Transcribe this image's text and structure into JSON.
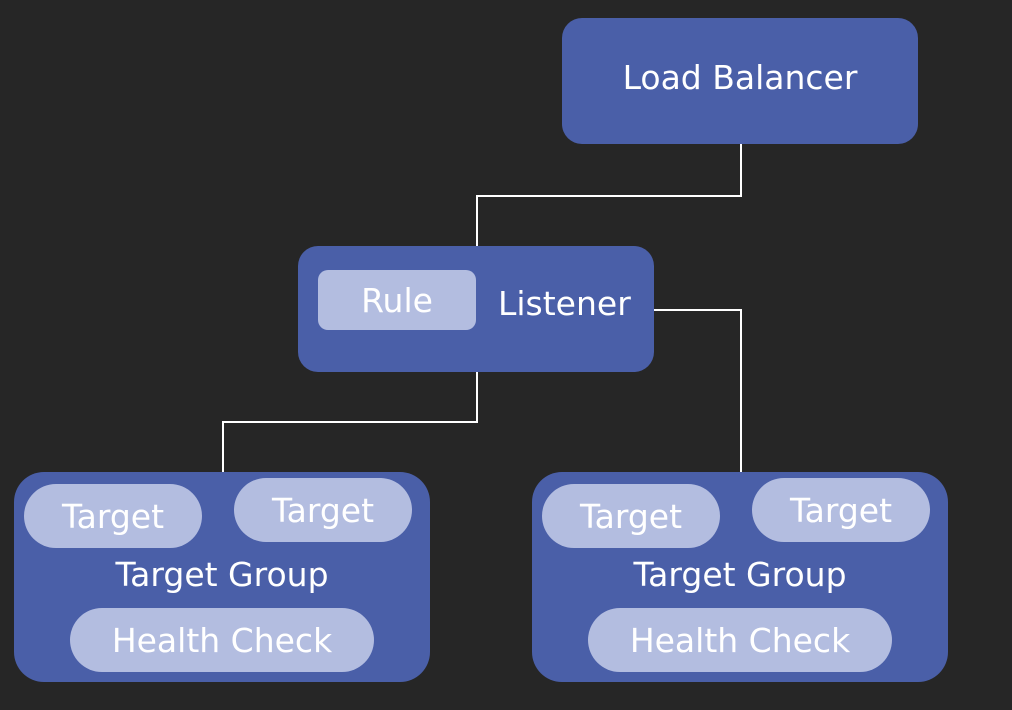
{
  "colors": {
    "background": "#262626",
    "node": "#4a5fa8",
    "sub_node": "#b3bde0",
    "text": "#ffffff",
    "connector": "#ffffff"
  },
  "load_balancer": {
    "label": "Load Balancer"
  },
  "listener": {
    "label": "Listener",
    "rule_label": "Rule"
  },
  "target_groups": [
    {
      "label": "Target Group",
      "targets": [
        "Target",
        "Target"
      ],
      "health_check": "Health Check"
    },
    {
      "label": "Target Group",
      "targets": [
        "Target",
        "Target"
      ],
      "health_check": "Health Check"
    }
  ]
}
